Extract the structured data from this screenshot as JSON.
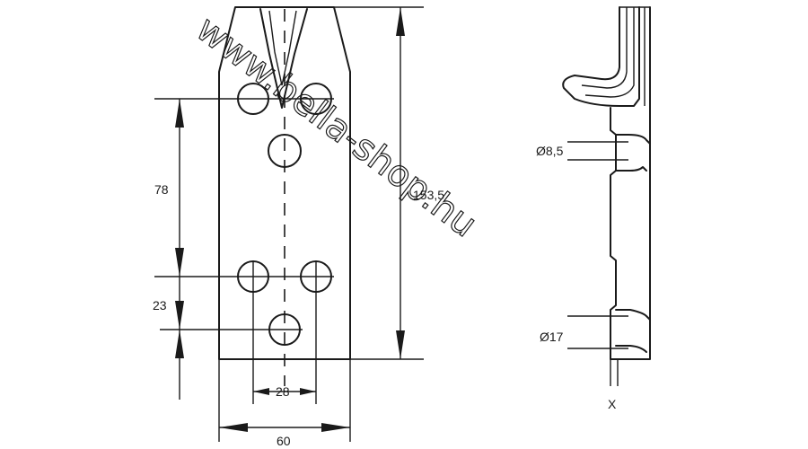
{
  "front_view": {
    "dimensions": {
      "overall_height": "153,5",
      "hole_spacing_vertical": "78",
      "bottom_offset": "23",
      "hole_spacing_horizontal": "28",
      "overall_width": "60"
    }
  },
  "side_view": {
    "small_hole_diameter": "Ø8,5",
    "large_hole_diameter": "Ø17",
    "section_marker": "X"
  },
  "watermark": "www.bella-shop.hu",
  "colors": {
    "line": "#1a1a1a",
    "background": "#ffffff"
  }
}
